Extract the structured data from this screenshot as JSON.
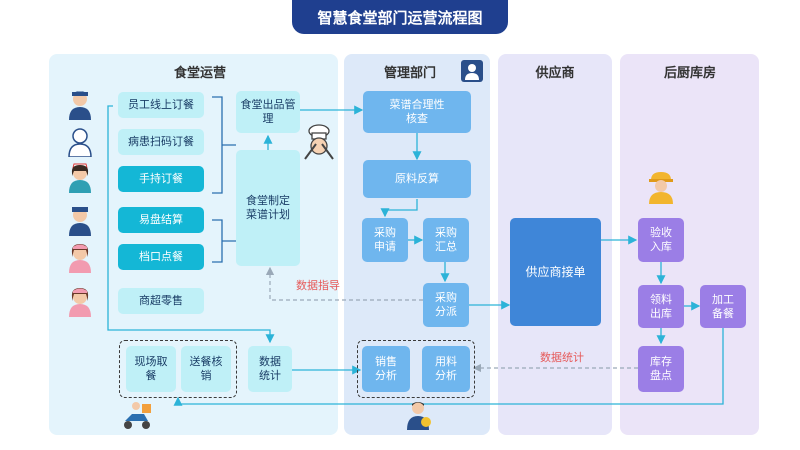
{
  "title": "智慧食堂部门运营流程图",
  "panels": {
    "canteen": "食堂运营",
    "management": "管理部门",
    "supplier": "供应商",
    "kitchen": "后厨库房"
  },
  "canteen": {
    "order_online": "员工线上订餐",
    "patient_scan": "病患扫码订餐",
    "handheld": "手持订餐",
    "easy_settle": "易盘结算",
    "stall_order": "档口点餐",
    "supermarket": "商超零售",
    "output_mgmt": "食堂出品管理",
    "menu_plan": "食堂制定菜谱计划",
    "pickup": "现场取餐",
    "delivery": "送餐核销",
    "stats": "数据统计"
  },
  "management": {
    "menu_check": "菜谱合理性核查",
    "feedback": "原料反算",
    "purchase_request": "采购申请",
    "purchase_summary": "采购汇总",
    "purchase_dispatch": "采购分派",
    "sales_analysis": "销售分析",
    "material_analysis": "用料分析"
  },
  "supplier": {
    "order_accept": "供应商接单"
  },
  "kitchen": {
    "receive": "验收入库",
    "issue": "领料出库",
    "prep": "加工备餐",
    "inventory": "库存盘点"
  },
  "notes": {
    "data_guide": "数据指导",
    "data_stats": "数据统计"
  },
  "colors": {
    "title_bg": "#1f3f8f",
    "canteen_bg": "#e4f4fc",
    "management_bg": "#dde9f9",
    "supplier_bg": "#e7e6f9",
    "kitchen_bg": "#ebe4f8",
    "arrow": "#2cb3d8",
    "note_red": "#e65a5a"
  }
}
